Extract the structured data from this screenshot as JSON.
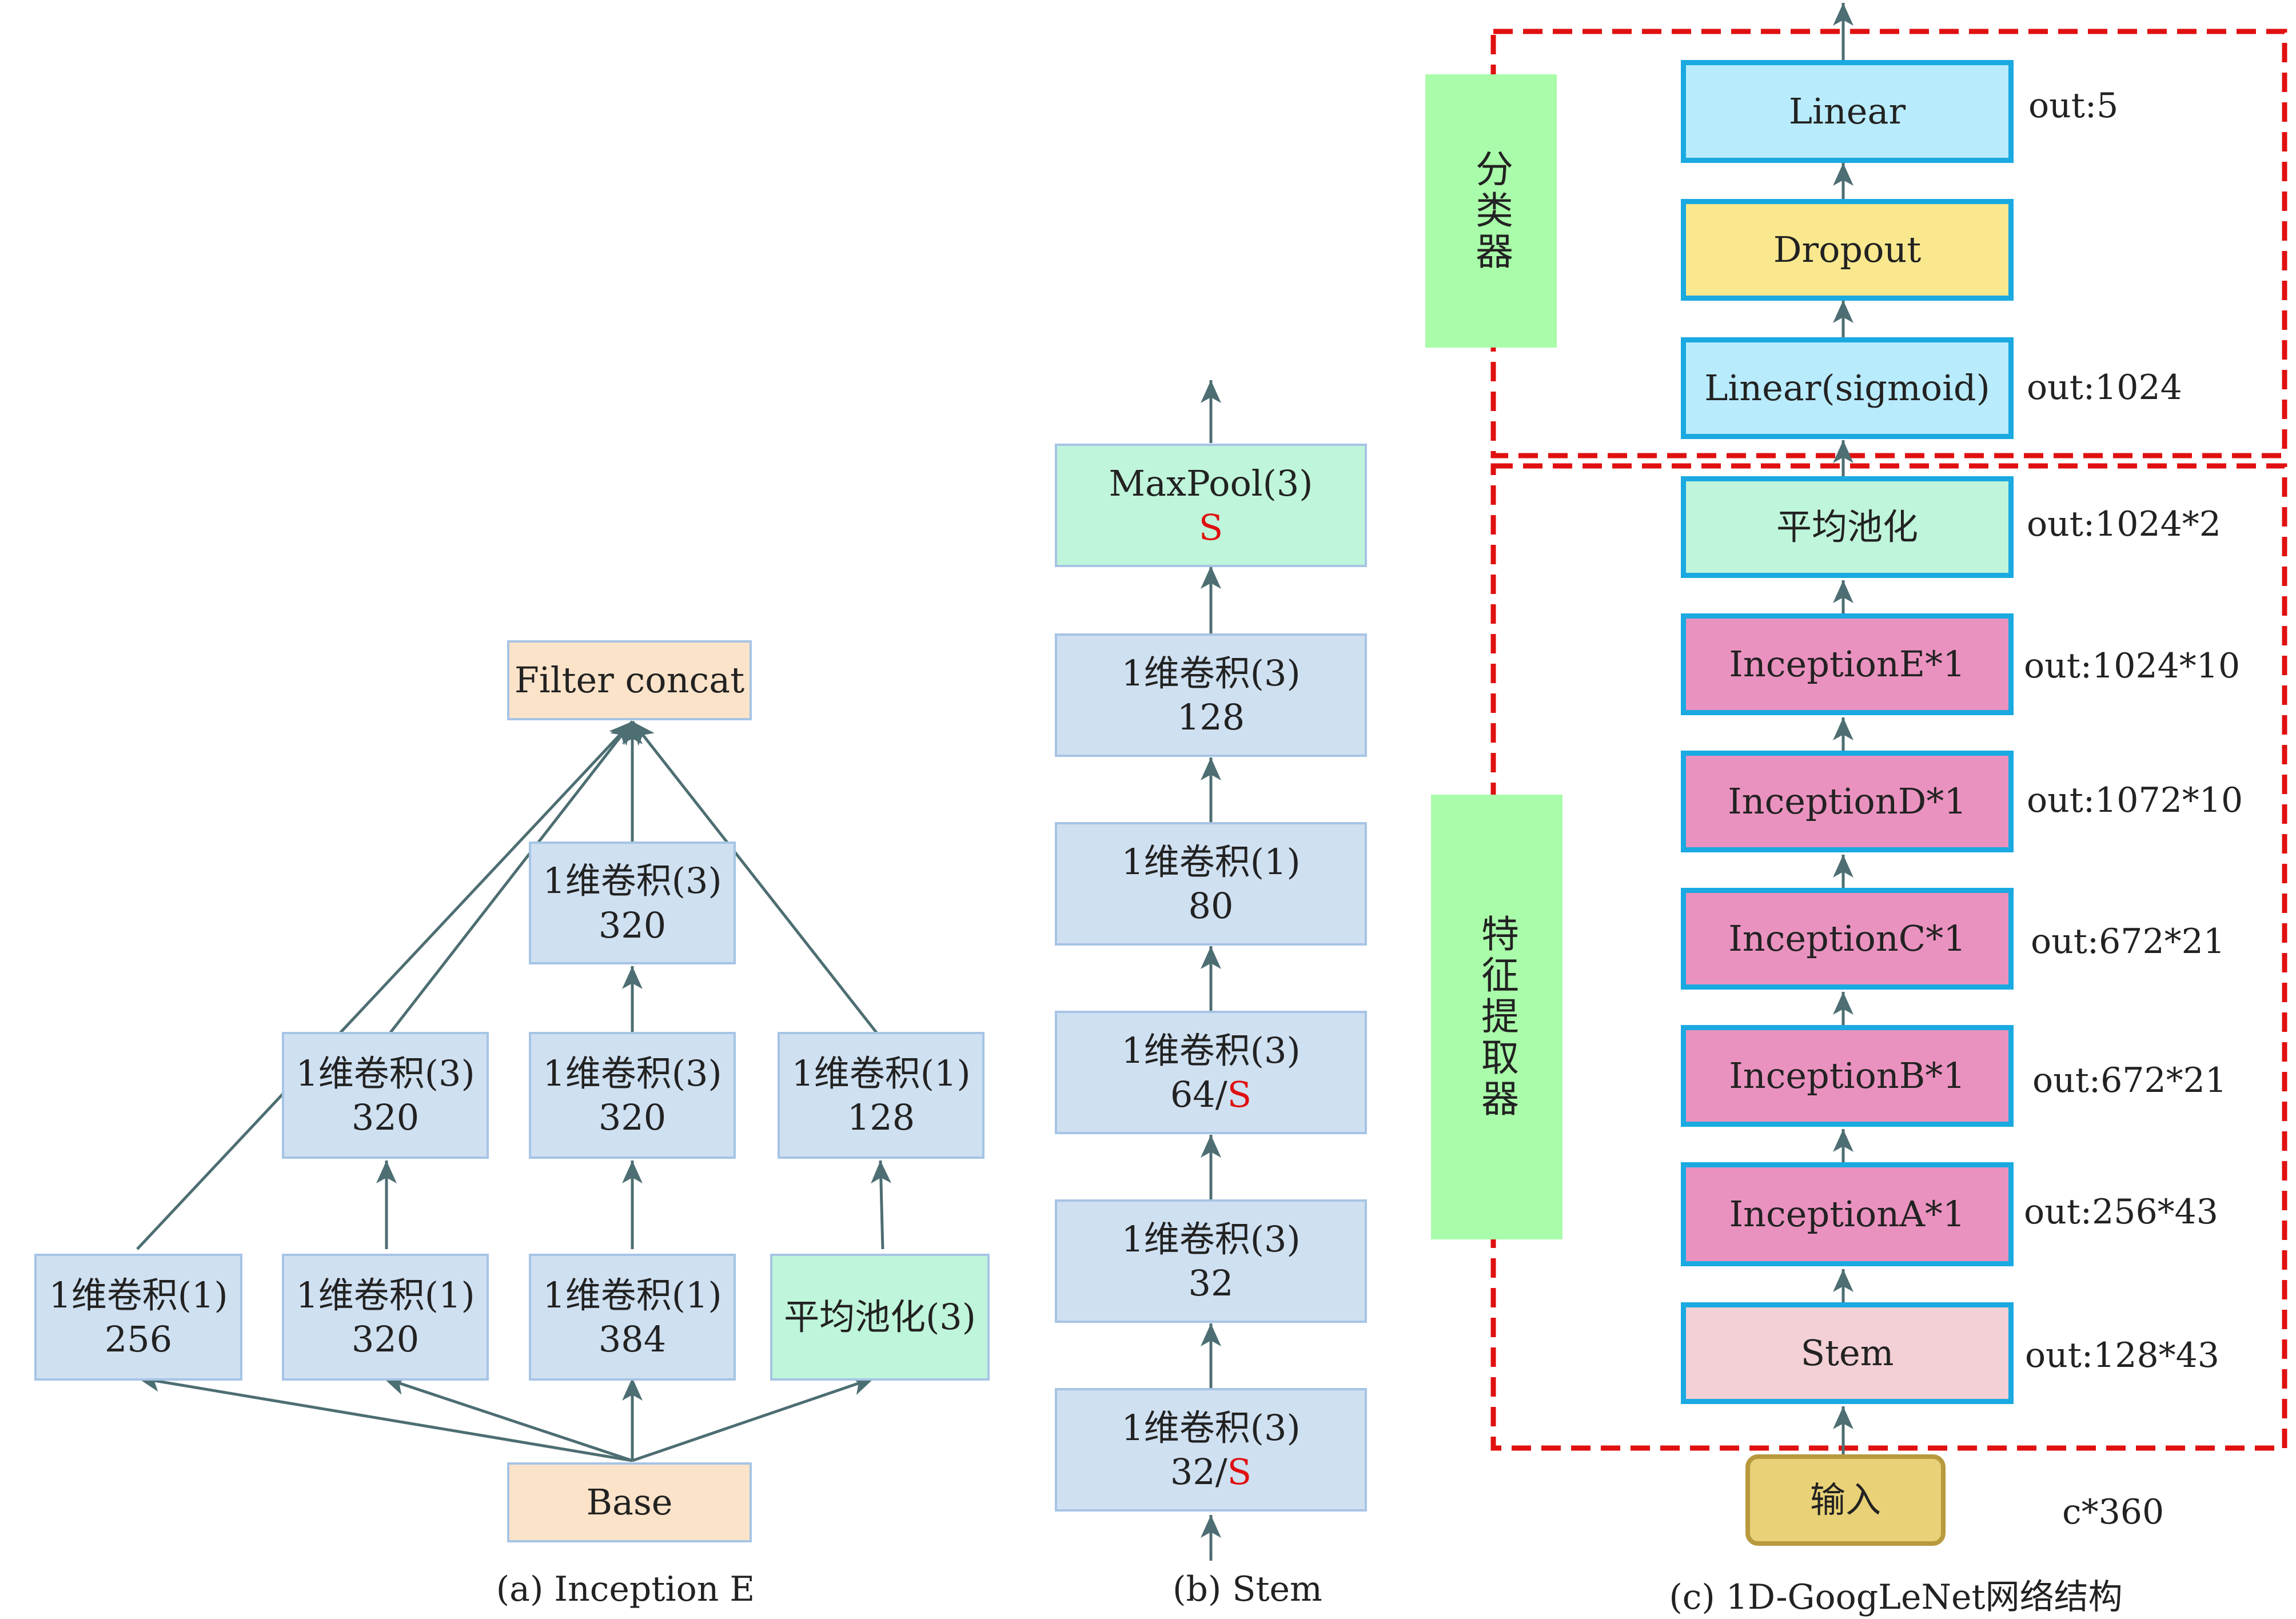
{
  "panel_a": {
    "filter_concat": "Filter concat",
    "base": "Base",
    "col1": {
      "top": "1维卷积(1)",
      "bottom": "256"
    },
    "col2_bottom": {
      "top": "1维卷积(1)",
      "bottom": "320"
    },
    "col2_mid": {
      "top": "1维卷积(3)",
      "bottom": "320"
    },
    "col3_bottom": {
      "top": "1维卷积(1)",
      "bottom": "384"
    },
    "col3_mid": {
      "top": "1维卷积(3)",
      "bottom": "320"
    },
    "col3_top": {
      "top": "1维卷积(3)",
      "bottom": "320"
    },
    "col4_bottom": {
      "top": "平均池化(3)"
    },
    "col4_mid": {
      "top": "1维卷积(1)",
      "bottom": "128"
    },
    "caption": "(a) Inception E"
  },
  "panel_b": {
    "boxes": [
      {
        "top": "MaxPool(3)",
        "bottom_plain": "",
        "bottom_red": "S"
      },
      {
        "top": "1维卷积(3)",
        "bottom_plain": "128",
        "bottom_red": ""
      },
      {
        "top": "1维卷积(1)",
        "bottom_plain": "80",
        "bottom_red": ""
      },
      {
        "top": "1维卷积(3)",
        "bottom_plain": "64/",
        "bottom_red": "S"
      },
      {
        "top": "1维卷积(3)",
        "bottom_plain": "32",
        "bottom_red": ""
      },
      {
        "top": "1维卷积(3)",
        "bottom_plain": "32/",
        "bottom_red": "S"
      }
    ],
    "caption": "(b) Stem"
  },
  "panel_c": {
    "classifier_label": "分类器",
    "feature_label": "特征提取器",
    "layers": [
      {
        "name": "Linear",
        "out": "out:5"
      },
      {
        "name": "Dropout",
        "out": ""
      },
      {
        "name": "Linear(sigmoid)",
        "out": "out:1024"
      },
      {
        "name": "平均池化",
        "out": "out:1024*2"
      },
      {
        "name": "InceptionE*1",
        "out": "out:1024*10"
      },
      {
        "name": "InceptionD*1",
        "out": "out:1072*10"
      },
      {
        "name": "InceptionC*1",
        "out": "out:672*21"
      },
      {
        "name": "InceptionB*1",
        "out": "out:672*21"
      },
      {
        "name": "InceptionA*1",
        "out": "out:256*43"
      },
      {
        "name": "Stem",
        "out": "out:128*43"
      }
    ],
    "input": {
      "name": "输入",
      "out": "c*360"
    },
    "caption": "(c) 1D-GoogLeNet网络结构"
  },
  "colors": {
    "arrow": "#4d6e72",
    "dashed_border": "#e01010",
    "highlight_text": "#e01010"
  }
}
